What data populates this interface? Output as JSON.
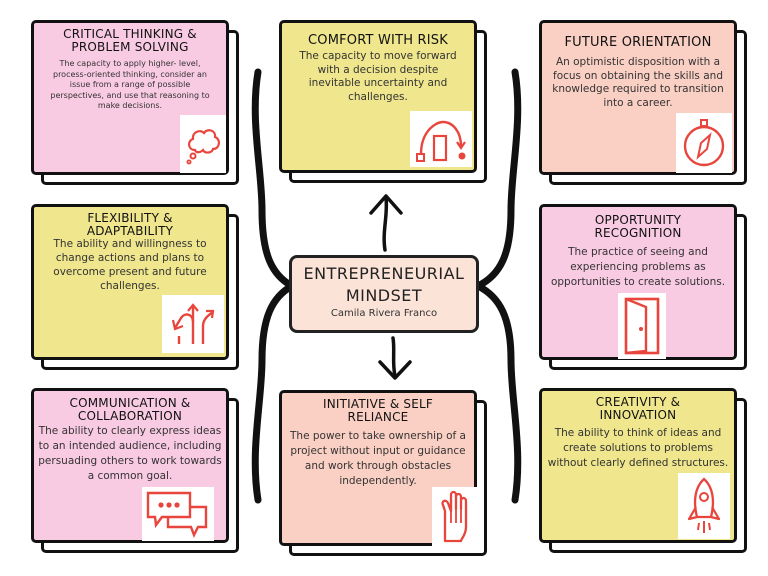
{
  "center": {
    "title_line1": "ENTREPRENEURIAL",
    "title_line2": "MINDSET",
    "author": "Camila Rivera Franco"
  },
  "cards": {
    "critical": {
      "title_line1": "CRITICAL THINKING &",
      "title_line2": "PROBLEM SOLVING",
      "desc": "The capacity to apply higher- level, process-oriented thinking, consider an issue from a range of possible perspectives, and use that reasoning to make decisions.",
      "icon": "thought-cloud-icon"
    },
    "comfort": {
      "title_line1": "COMFORT WITH RISK",
      "desc": "The capacity to move forward with a decision despite inevitable uncertainty and challenges.",
      "icon": "leap-arc-icon"
    },
    "future": {
      "title_line1": "FUTURE ORIENTATION",
      "desc": "An optimistic disposition with a focus on obtaining the skills and knowledge required to transition into a career.",
      "icon": "compass-icon"
    },
    "flexibility": {
      "title_line1": "FLEXIBILITY &",
      "title_line2": "ADAPTABILITY",
      "desc": "The ability and willingness to change actions and plans to overcome present and future challenges.",
      "icon": "branching-arrows-icon"
    },
    "opportunity": {
      "title_line1": "OPPORTUNITY",
      "title_line2": "RECOGNITION",
      "desc": "The practice of seeing and experiencing problems as opportunities to create solutions.",
      "icon": "open-door-icon"
    },
    "communication": {
      "title_line1": "COMMUNICATION &",
      "title_line2": "COLLABORATION",
      "desc": "The ability to clearly express ideas to an intended audience, including persuading others to work towards a common goal.",
      "icon": "chat-bubbles-icon"
    },
    "initiative": {
      "title_line1": "INITIATIVE & SELF",
      "title_line2": "RELIANCE",
      "desc": "The power to take ownership of a project without input or guidance and work through obstacles independently.",
      "icon": "raised-hand-icon"
    },
    "creativity": {
      "title_line1": "CREATIVITY &",
      "title_line2": "INNOVATION",
      "desc": "The ability to think of ideas and create solutions to problems without clearly defined structures.",
      "icon": "rocket-icon"
    }
  },
  "colors": {
    "pink": "#f9cbe3",
    "yellow": "#efe68d",
    "peach": "#fbd0c4",
    "icon_red": "#e8453c",
    "outline": "#111111"
  }
}
